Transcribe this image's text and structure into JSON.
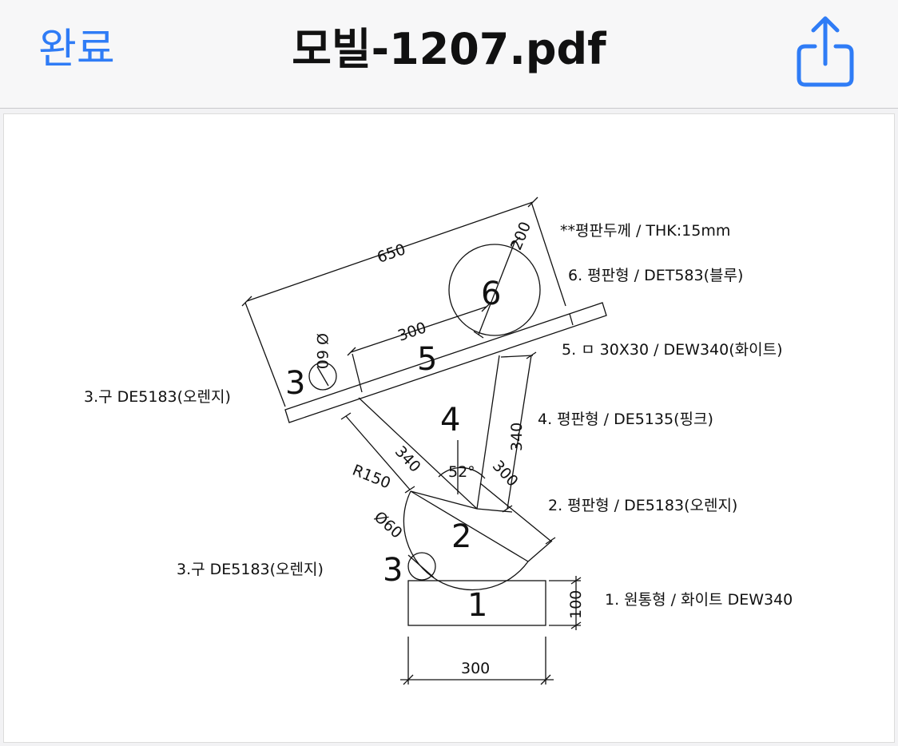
{
  "nav": {
    "done_label": "완료",
    "title": "모빌-1207.pdf",
    "share_icon": "share-icon"
  },
  "drawing": {
    "labels": {
      "thickness_note": "**평판두께 / THK:15mm",
      "part6": "6. 평판형 / DET583(블루)",
      "part5": "5. ㅁ 30X30 / DEW340(화이트)",
      "part4": "4. 평판형 / DE5135(핑크)",
      "part3_top": "3.구 DE5183(오렌지)",
      "part2": "2. 평판형 / DE5183(오렌지)",
      "part3_bottom": "3.구 DE5183(오렌지)",
      "part1": "1. 원통형 / 화이트 DEW340"
    },
    "part_numbers": {
      "n6": "6",
      "n5": "5",
      "n4": "4",
      "n3_top": "3",
      "n2": "2",
      "n3_bottom": "3",
      "n1": "1"
    },
    "dimensions": {
      "d650": "650",
      "d200": "200",
      "d300_top": "300",
      "d60_top": "Ø 60",
      "d340_right": "340",
      "d340_left": "340",
      "d300_mid": "300",
      "angle52": "52°",
      "r150": "R150",
      "d60_bottom": "Ø60",
      "d100": "100",
      "d300_bottom": "300"
    }
  }
}
